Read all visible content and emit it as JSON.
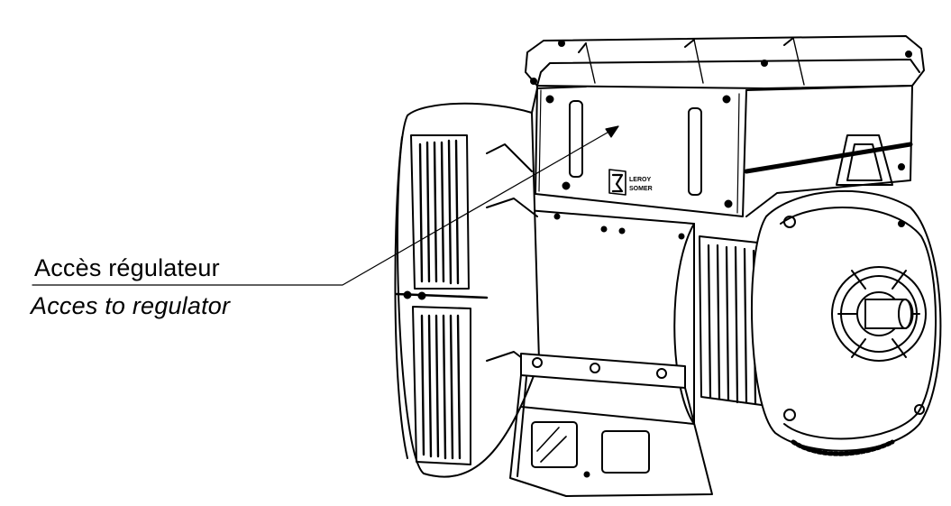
{
  "callout": {
    "label_fr": "Accès régulateur",
    "label_en": "Acces to regulator"
  },
  "logo": {
    "line1": "LEROY",
    "line2": "SOMER"
  },
  "colors": {
    "ink": "#000000",
    "paper": "#ffffff"
  }
}
